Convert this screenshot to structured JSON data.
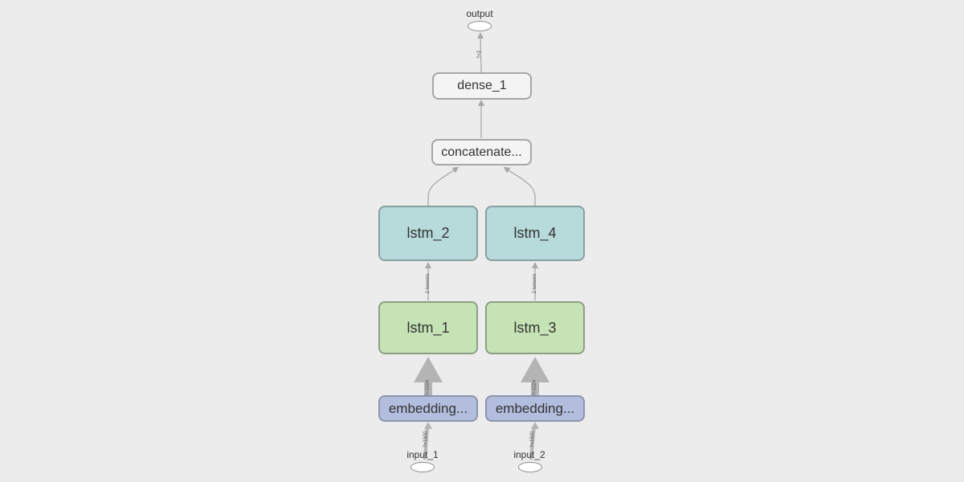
{
  "graph": {
    "nodes": {
      "output": "output",
      "dense": "dense_1",
      "concat": "concatenate...",
      "lstm_2": "lstm_2",
      "lstm_4": "lstm_4",
      "lstm_1": "lstm_1",
      "lstm_3": "lstm_3",
      "embedding_1": "embedding...",
      "embedding_2": "embedding...",
      "input_1": "input_1",
      "input_2": "input_2"
    },
    "edge_labels": {
      "dense_to_output": "?×2",
      "lstm1_to_lstm2": "2 tensors",
      "lstm3_to_lstm4": "2 tensors",
      "emb1_to_lstm1": "?×1024",
      "emb2_to_lstm3": "?×1024",
      "input1_to_emb1": "?×1500",
      "input2_to_emb2": "?×1500"
    }
  }
}
